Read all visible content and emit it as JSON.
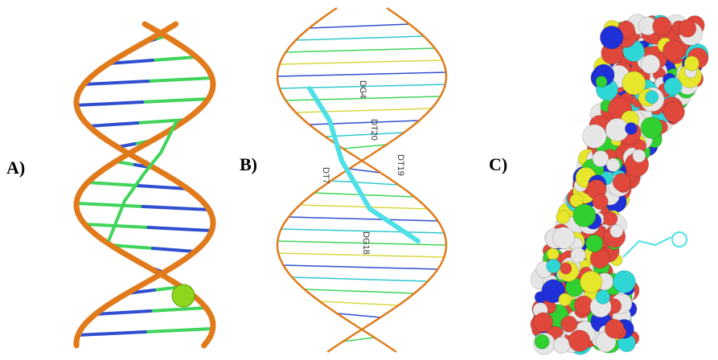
{
  "panels": [
    {
      "label": "A)"
    },
    {
      "label": "B)",
      "residue_labels": [
        "DG4",
        "DT20",
        "DT19",
        "DT7",
        "DG18"
      ]
    },
    {
      "label": "C)"
    }
  ],
  "colors": {
    "backbone": "#e07a1a",
    "base_green": "#3fd45a",
    "base_blue": "#2f4fd0",
    "ion": "#8fd61e",
    "ligand": "#4ee0e6",
    "surface_red": "#e0483c",
    "surface_white": "#e6e6e6",
    "surface_cyan": "#2fd6d6",
    "surface_green": "#2fd02f",
    "surface_yellow": "#e6e62a",
    "surface_blue": "#2030d8"
  }
}
